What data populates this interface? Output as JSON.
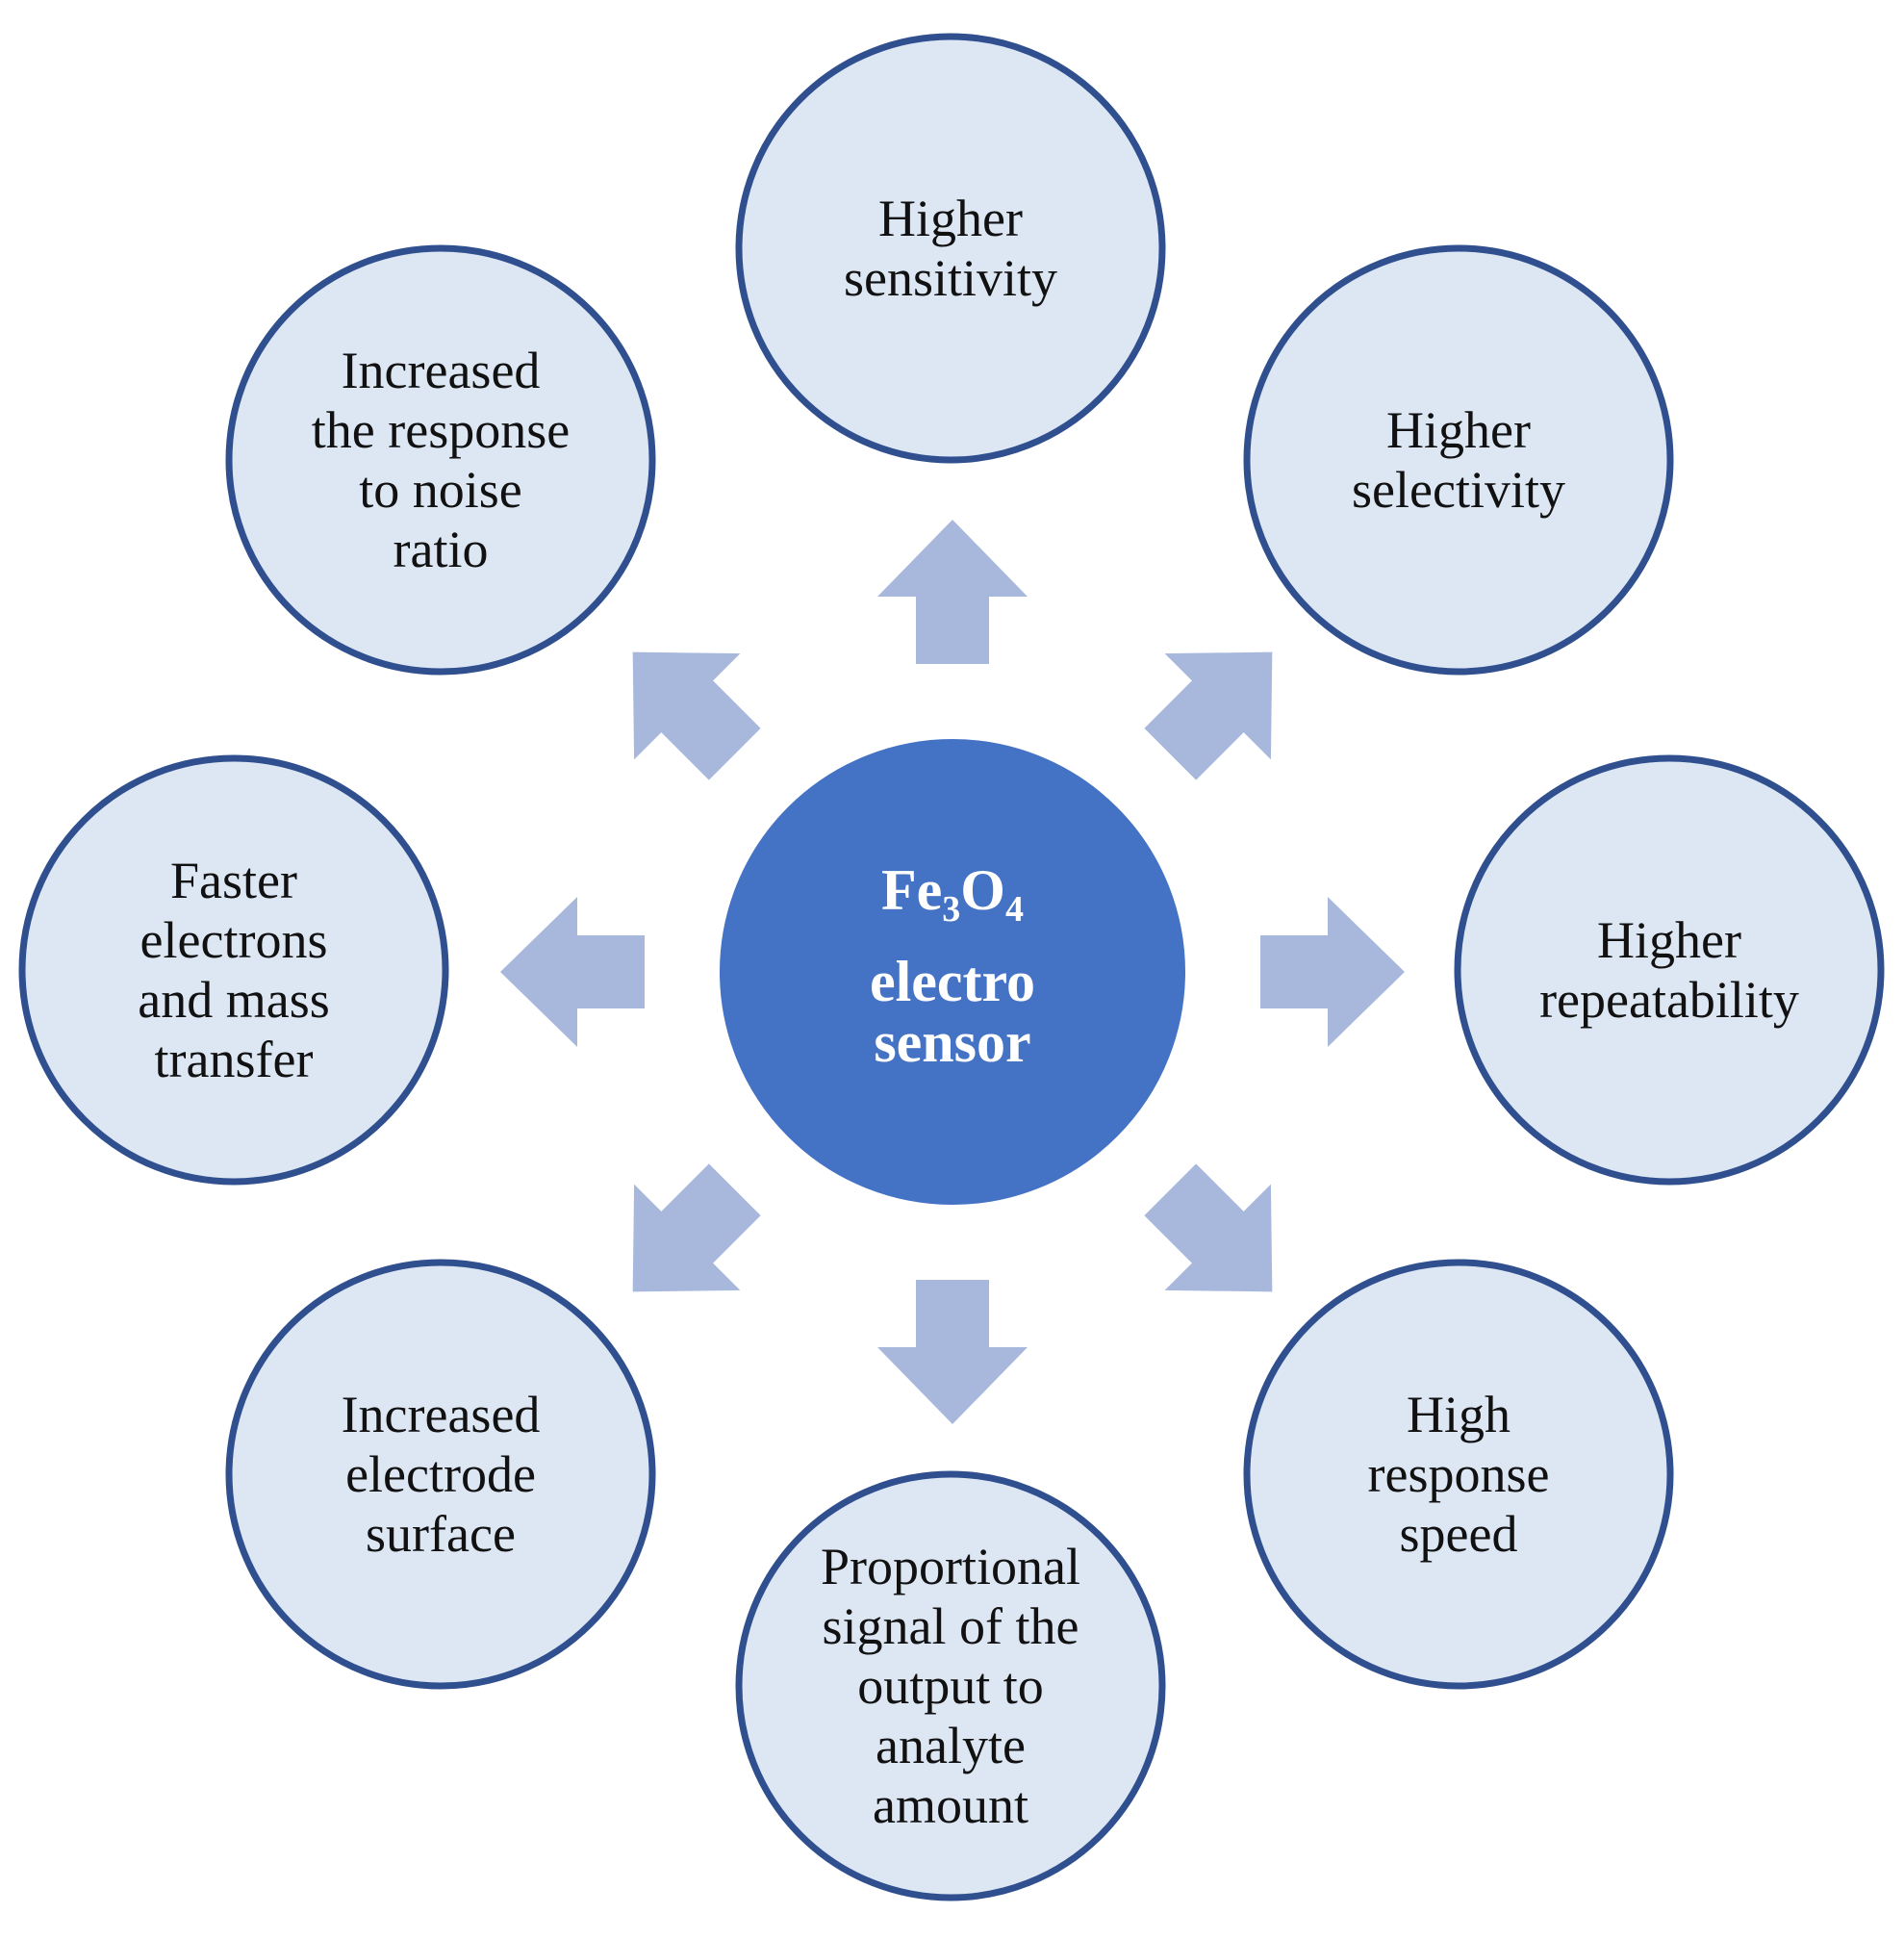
{
  "colors": {
    "bubble_fill": "#dde7f4",
    "bubble_stroke": "#2f4f8f",
    "center_fill": "#4472c4",
    "center_stroke": "#ffffff",
    "arrow_fill": "#a8b8dd"
  },
  "center": {
    "formula_fe": "Fe",
    "formula_sub3": "3",
    "formula_o": "O",
    "formula_sub4": "4",
    "line2": "electro",
    "line3": "sensor"
  },
  "bubbles": [
    {
      "id": "top",
      "lines": [
        "Higher",
        "sensitivity"
      ]
    },
    {
      "id": "top-right",
      "lines": [
        "Higher",
        "selectivity"
      ]
    },
    {
      "id": "right",
      "lines": [
        "Higher",
        "repeatability"
      ]
    },
    {
      "id": "bottom-right",
      "lines": [
        "High",
        "response",
        "speed"
      ]
    },
    {
      "id": "bottom",
      "lines": [
        "Proportional",
        "signal of the",
        "output to",
        "analyte",
        "amount"
      ]
    },
    {
      "id": "bottom-left",
      "lines": [
        "Increased",
        "electrode",
        "surface"
      ]
    },
    {
      "id": "left",
      "lines": [
        "Faster",
        "electrons",
        "and mass",
        "transfer"
      ]
    },
    {
      "id": "top-left",
      "lines": [
        "Increased",
        "the response",
        "to noise",
        "ratio"
      ]
    }
  ],
  "arrow_icon": "block-arrow-icon"
}
